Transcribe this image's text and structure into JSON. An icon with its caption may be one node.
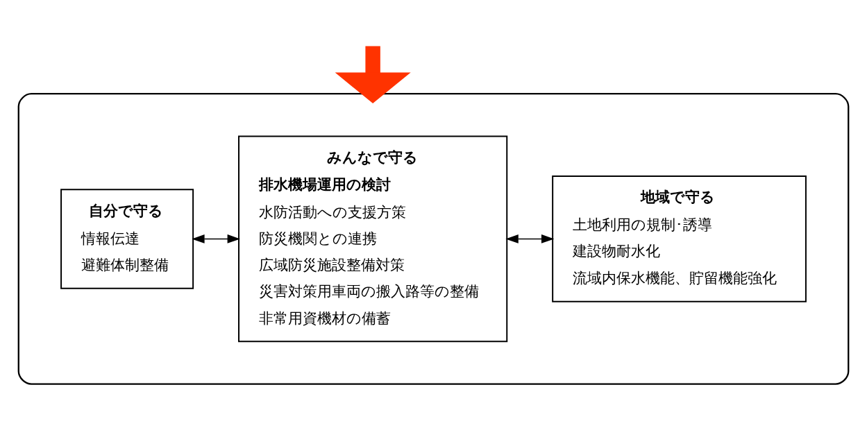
{
  "diagram": {
    "nodes": [
      {
        "text": [],
        "shape": "ellipse"
      },
      {
        "text": [
          "自分で守る",
          "情報伝達",
          "避難体制整備"
        ],
        "in": 0
      },
      {
        "text": [
          "みんなで守る",
          "**排水機場運用の検討**",
          "水防活動への支援方策",
          "防災機関との連携",
          "広域防災施設整備対策",
          "災害対策用車両の搬入路等の整備",
          "非常用資機材の備蓄"
        ],
        "in": 0
      },
      {
        "text": [
          "地域で守る",
          "土地利用の規制･誘導",
          "建設物耐水化",
          "流域内保水機能、貯留機能強化"
        ],
        "in": 0
      }
    ],
    "edges": [
      {
        "from": null,
        "to": 0,
        "arrow": "to",
        "style": "thick",
        "color": "#ff3300"
      },
      {
        "from": 1,
        "to": 2,
        "arrow": "both"
      },
      {
        "from": 2,
        "to": 3,
        "arrow": "both"
      }
    ]
  }
}
